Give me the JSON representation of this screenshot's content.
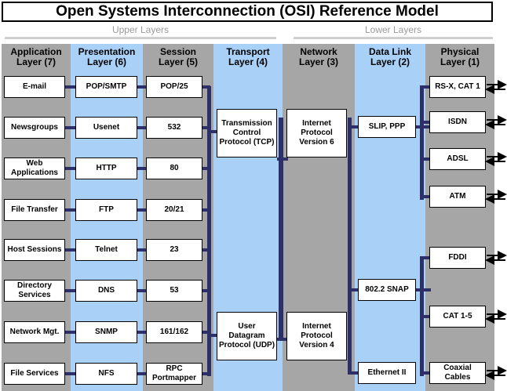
{
  "title": "Open Systems Interconnection (OSI) Reference Model",
  "groups": {
    "upper": "Upper Layers",
    "lower": "Lower Layers"
  },
  "headers": {
    "application": "Application\nLayer (7)",
    "presentation": "Presentation\nLayer (6)",
    "session": "Session\nLayer (5)",
    "transport": "Transport\nLayer (4)",
    "network": "Network\nLayer (3)",
    "datalink": "Data Link\nLayer (2)",
    "physical": "Physical\nLayer (1)"
  },
  "application": [
    "E-mail",
    "Newsgroups",
    "Web\nApplications",
    "File Transfer",
    "Host Sessions",
    "Directory\nServices",
    "Network Mgt.",
    "File Services"
  ],
  "presentation": [
    "POP/SMTP",
    "Usenet",
    "HTTP",
    "FTP",
    "Telnet",
    "DNS",
    "SNMP",
    "NFS"
  ],
  "session": [
    "POP/25",
    "532",
    "80",
    "20/21",
    "23",
    "53",
    "161/162",
    "RPC\nPortmapper"
  ],
  "transport": [
    "Transmission\nControl\nProtocol (TCP)",
    "User\nDatagram\nProtocol (UDP)"
  ],
  "network": [
    "Internet\nProtocol\nVersion 6",
    "Internet\nProtocol\nVersion 4"
  ],
  "datalink": [
    "SLIP, PPP",
    "802.2 SNAP",
    "Ethernet II"
  ],
  "physical": [
    "RS-X, CAT 1",
    "ISDN",
    "ADSL",
    "ATM",
    "FDDI",
    "CAT 1-5",
    "Coaxial\nCables"
  ],
  "colors": {
    "gray": "#a6a6a6",
    "blue": "#a9d1f7",
    "bus": "#2d2f68"
  }
}
